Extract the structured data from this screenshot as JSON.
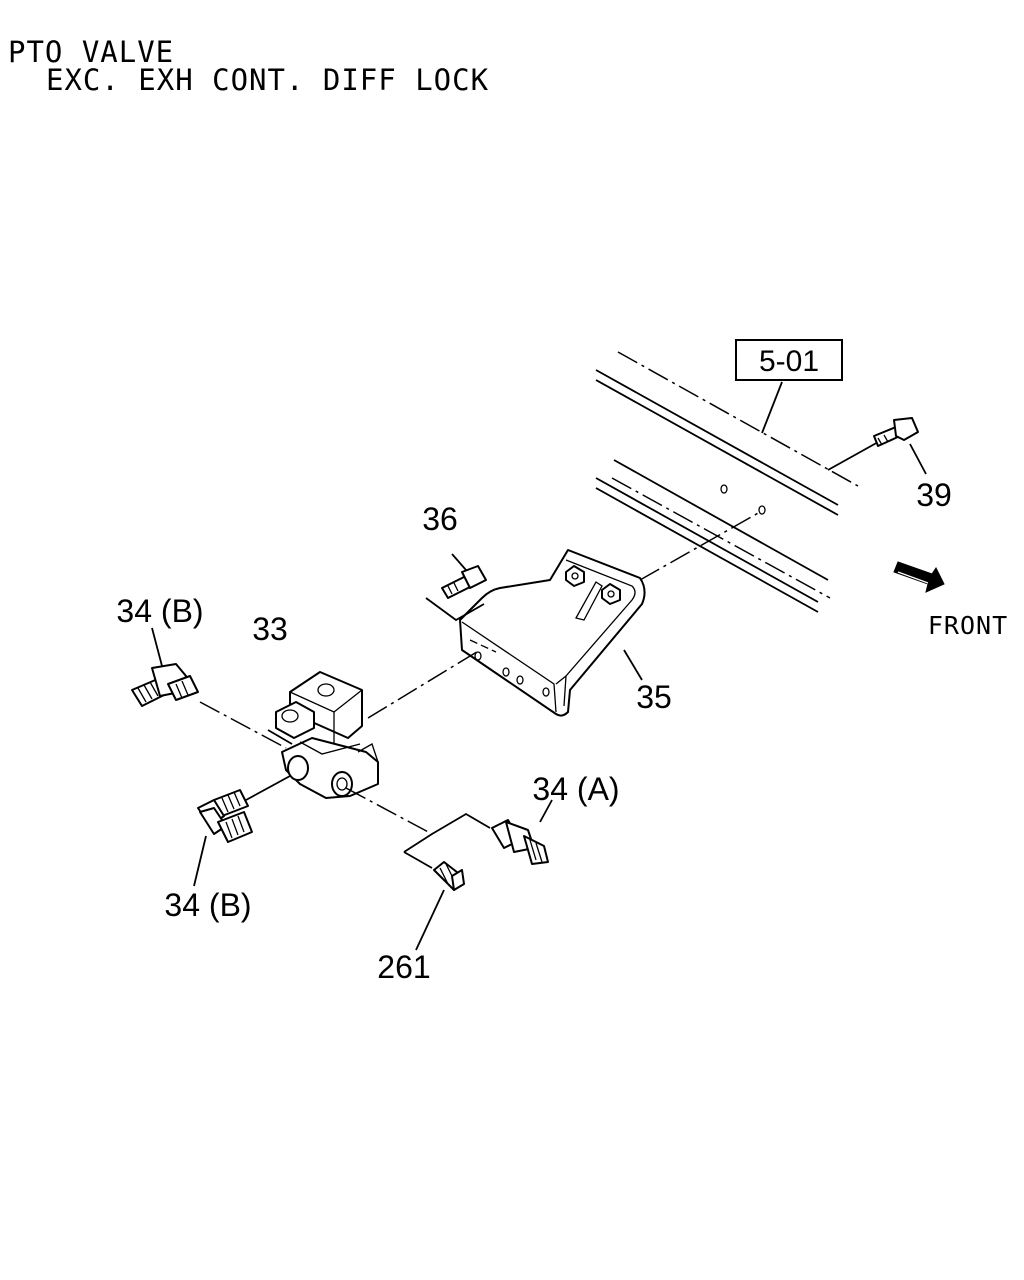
{
  "title": {
    "line1": "PTO VALVE",
    "line2": "EXC. EXH CONT. DIFF LOCK"
  },
  "reference_box": "5-01",
  "direction_label": "FRONT",
  "callouts": {
    "c33": "33",
    "c34a": "34 (A)",
    "c34b_upper": "34 (B)",
    "c34b_lower": "34 (B)",
    "c35": "35",
    "c36": "36",
    "c39": "39",
    "c261": "261"
  }
}
